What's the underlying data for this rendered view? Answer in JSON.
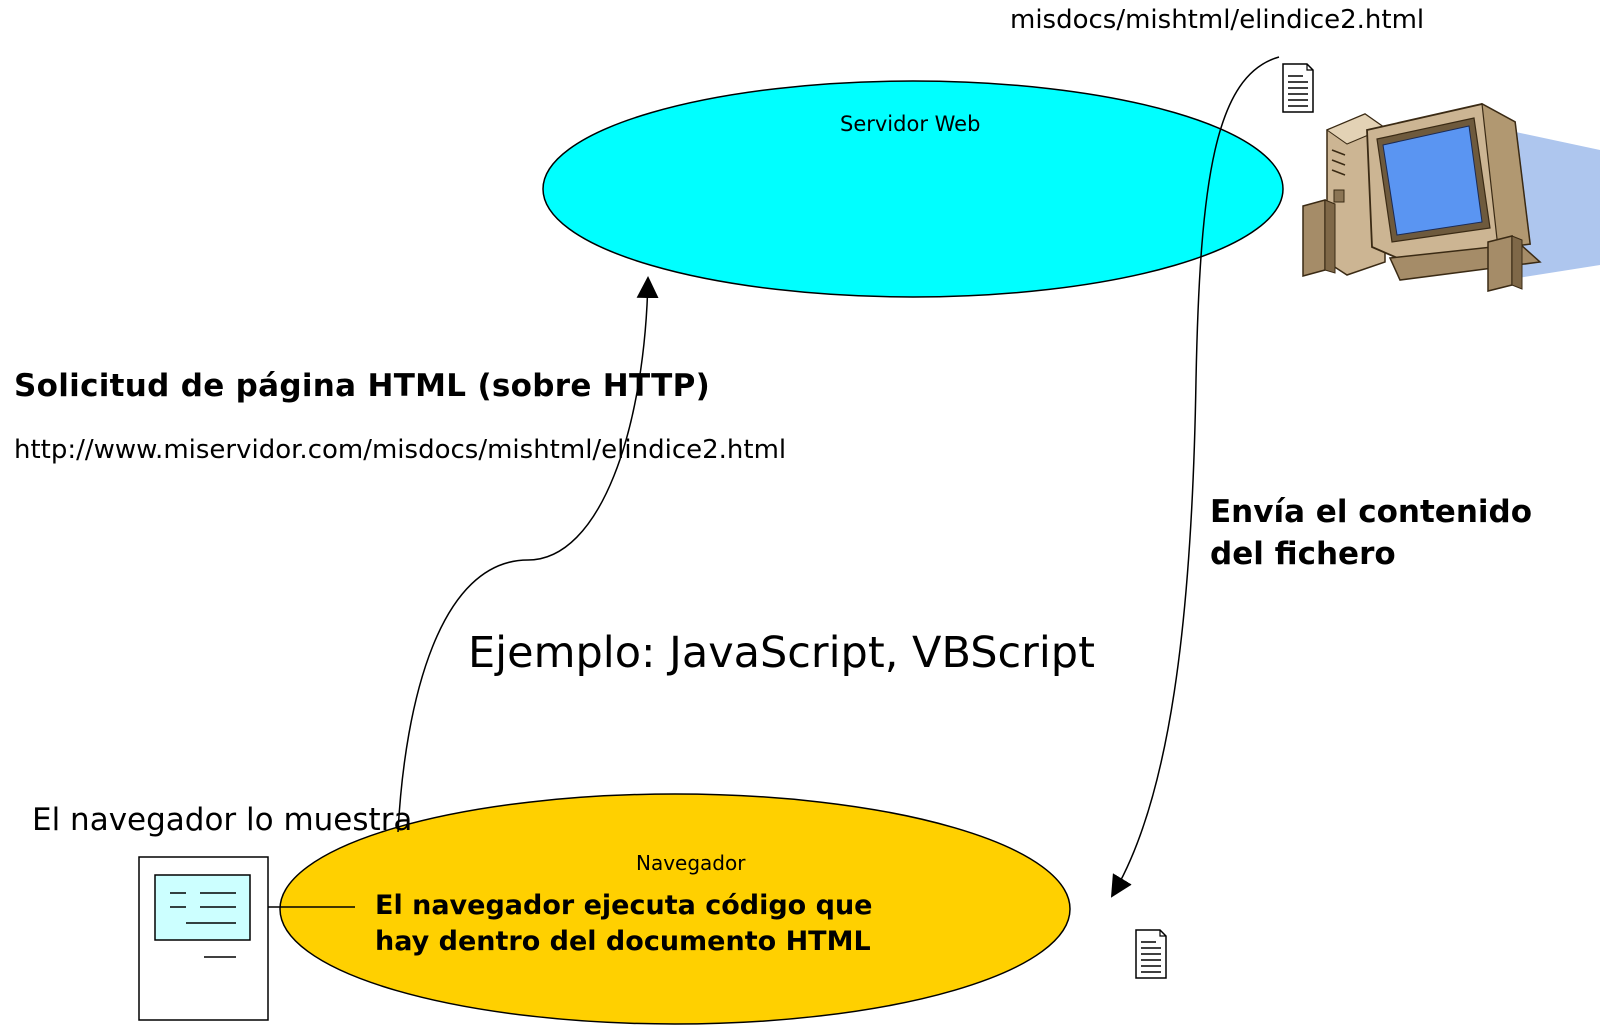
{
  "labels": {
    "top_path": "misdocs/mishtml/elindice2.html",
    "server": "Servidor Web",
    "request_title": "Solicitud de página HTML (sobre HTTP)",
    "request_url": "http://www.miservidor.com/misdocs/mishtml/elindice2.html",
    "sends_line1": "Envía el contenido",
    "sends_line2": "del fichero",
    "example": "Ejemplo: JavaScript, VBScript",
    "browser_shows": "El navegador lo muestra",
    "browser": "Navegador",
    "executes_line1": "El navegador ejecuta  código que",
    "executes_line2": "hay dentro del documento HTML"
  },
  "colors": {
    "server_fill": "#00ffff",
    "browser_fill": "#ffd000",
    "window_content_fill": "#ccffff",
    "monitor_screen": "#5a95f2",
    "computer_case": "#ccb593",
    "shadow": "#aec6ee"
  },
  "icons": {
    "document_top": "document-icon",
    "document_bottom": "document-icon",
    "computer": "desktop-computer-icon",
    "rendered_page": "browser-window-icon"
  }
}
